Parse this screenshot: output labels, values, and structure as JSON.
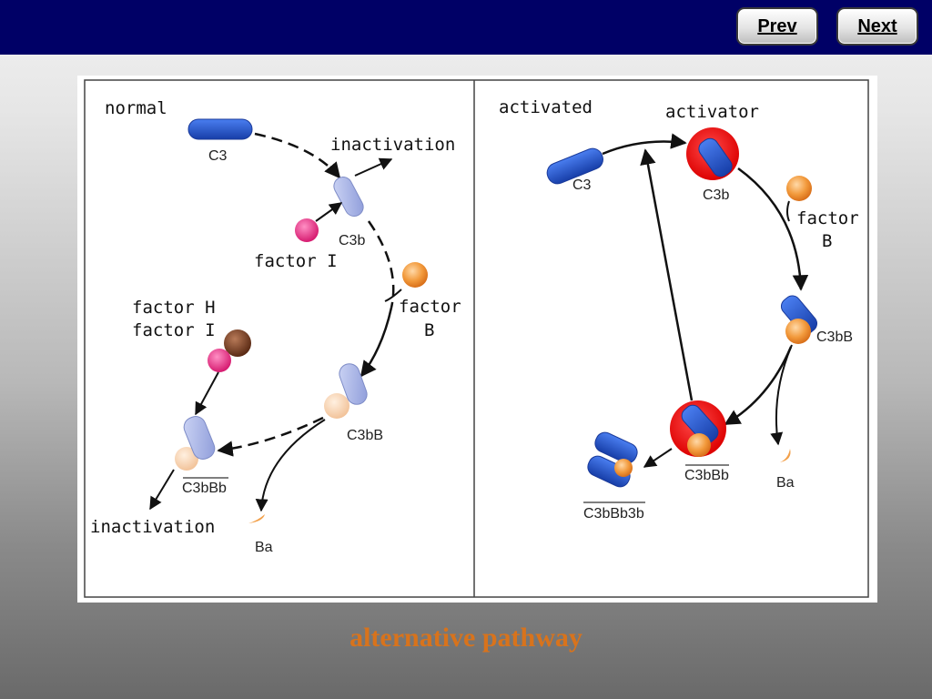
{
  "nav": {
    "prev_label": "Prev",
    "next_label": "Next"
  },
  "caption": "alternative pathway",
  "left_panel": {
    "heading": "normal",
    "c3": "C3",
    "inactivation_top": "inactivation",
    "c3b": "C3b",
    "factor_i": "factor I",
    "factor_b_line1": "factor",
    "factor_b_line2": "B",
    "factor_h_line1": "factor H",
    "factor_h_line2": "factor I",
    "c3bb": "C3bB",
    "c3bbb": "C3bBb",
    "inactivation_bottom": "inactivation",
    "ba": "Ba"
  },
  "right_panel": {
    "heading": "activated",
    "activator": "activator",
    "c3": "C3",
    "c3b": "C3b",
    "factor_b_line1": "factor",
    "factor_b_line2": "B",
    "c3bb": "C3bB",
    "c3bbb": "C3bBb",
    "c3bbb3b": "C3bBb3b",
    "ba": "Ba"
  },
  "colors": {
    "top_bar": "#000066",
    "c3_blue": "#1f4fc4",
    "c3b_light": "#a9b4e6",
    "factor_b_orange": "#f2a04a",
    "factor_i_pink": "#e8338a",
    "factor_h_brown": "#7a3d22",
    "activator_red": "#ee1111",
    "caption_orange": "#d8731c"
  }
}
